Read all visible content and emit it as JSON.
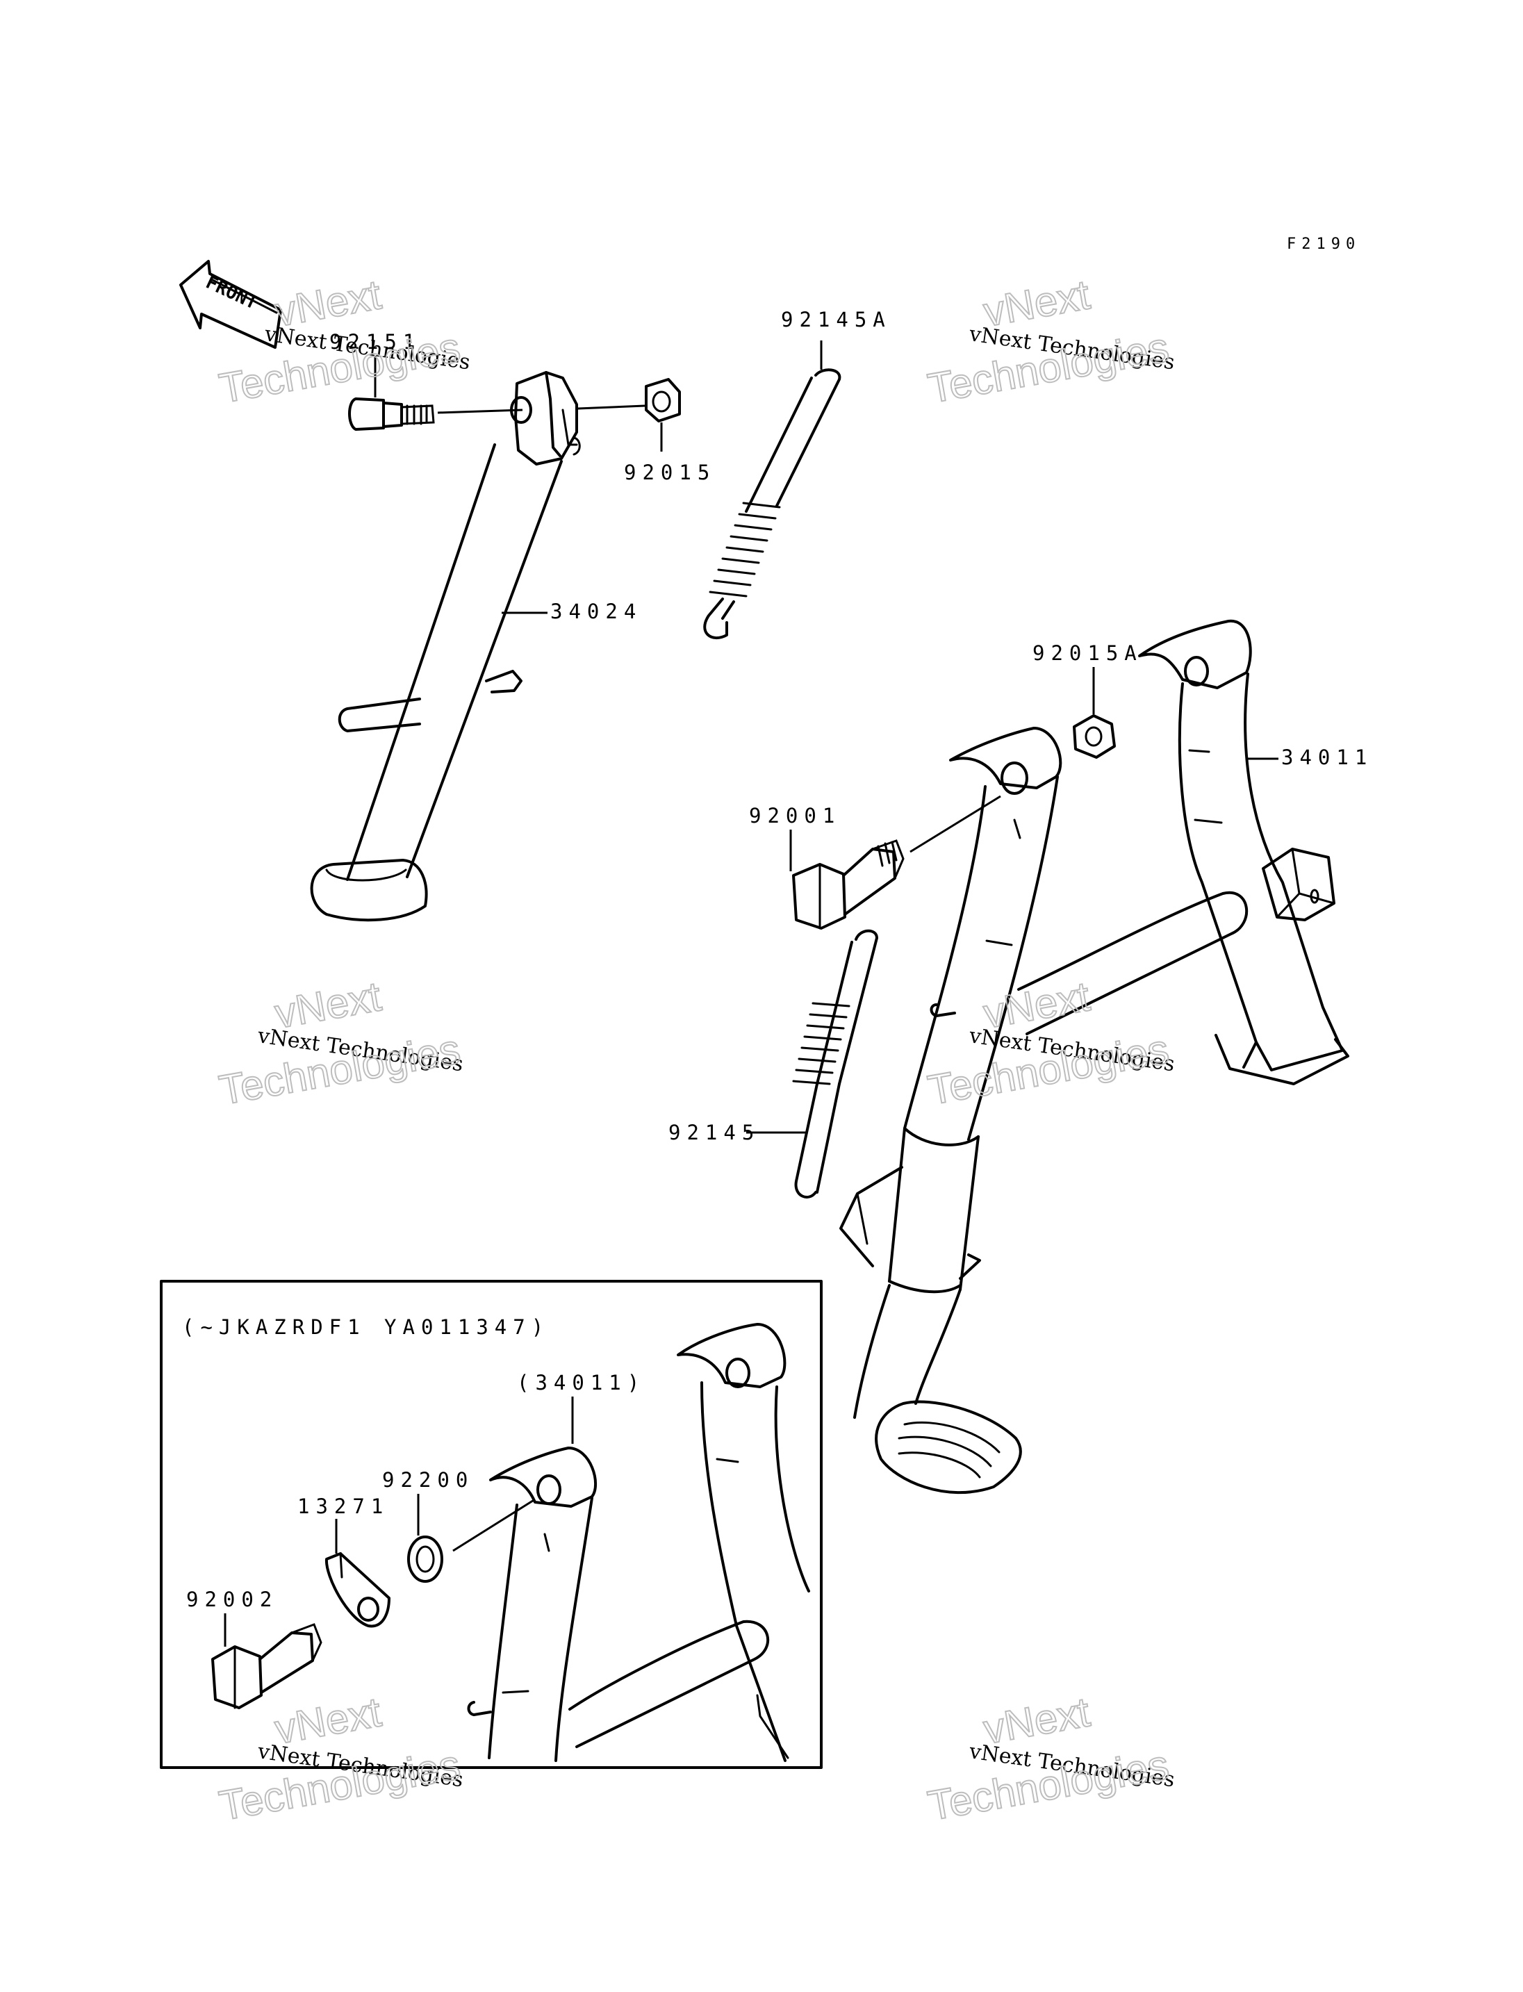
{
  "figure_code": "F2190",
  "front_arrow_label": "FRONT",
  "inset_note": "(~JKAZRDF1 YA011347)",
  "watermark": {
    "line1": "vNext Technologies",
    "line2_a": "vNext",
    "line2_b": "Technologies"
  },
  "part_labels": {
    "p92151": "92151",
    "p92015": "92015",
    "p92145A": "92145A",
    "p34024": "34024",
    "p92015A": "92015A",
    "p34011": "34011",
    "p92001": "92001",
    "p92145": "92145",
    "p34011_ref": "(34011)",
    "p92200": "92200",
    "p13271": "13271",
    "p92002": "92002"
  }
}
